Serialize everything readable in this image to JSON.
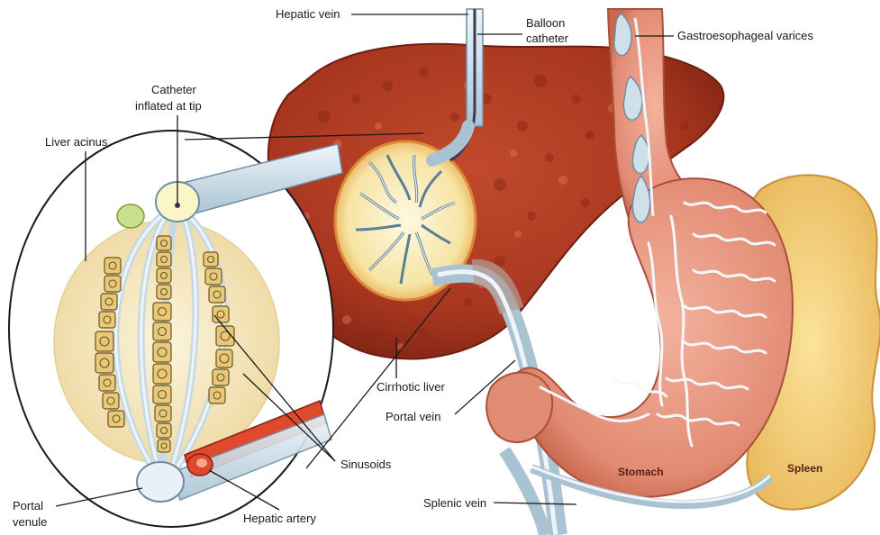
{
  "labels": {
    "hepatic_vein": "Hepatic vein",
    "balloon_catheter_1": "Balloon",
    "balloon_catheter_2": "catheter",
    "gastroesophageal_varices": "Gastroesophageal varices",
    "catheter_inflated_1": "Catheter",
    "catheter_inflated_2": "inflated at tip",
    "liver_acinus": "Liver acinus",
    "cirrhotic_liver": "Cirrhotic liver",
    "portal_vein": "Portal vein",
    "sinusoids": "Sinusoids",
    "portal_venule_1": "Portal",
    "portal_venule_2": "venule",
    "hepatic_artery": "Hepatic artery",
    "splenic_vein": "Splenic vein",
    "stomach": "Stomach",
    "spleen": "Spleen"
  },
  "colors": {
    "liver": "#a8361f",
    "liver_dark": "#7e2413",
    "stomach": "#e7957f",
    "spleen": "#f3cf74",
    "vessel": "#cfe0ea",
    "artery": "#d8321c",
    "hepatocyte": "#e7c979",
    "acinus_bg": "#f7ecc6"
  }
}
